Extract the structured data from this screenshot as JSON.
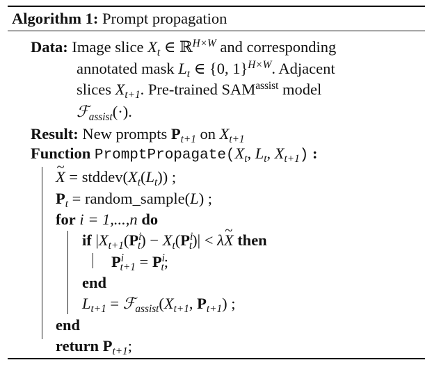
{
  "algorithm": {
    "label": "Algorithm 1:",
    "title": "Prompt propagation"
  },
  "data": {
    "keyword": "Data:",
    "line1_a": "Image slice",
    "line1_b": "and corresponding",
    "line2_a": "annotated mask",
    "line2_b": ". Adjacent",
    "line3_a": "slices",
    "line3_b": ". Pre-trained SAM",
    "line3_sup": "assist",
    "line3_c": "model"
  },
  "result": {
    "keyword": "Result:",
    "text_a": "New prompts",
    "text_b": "on"
  },
  "function": {
    "keyword": "Function",
    "name": "PromptPropagate"
  },
  "body": {
    "stddev": "stddev",
    "random_sample": "random_sample",
    "for_kw": "for",
    "for_range": "= 1,...,n",
    "do_kw": "do",
    "if_kw": "if",
    "then_kw": "then",
    "end1": "end",
    "end2": "end",
    "return_kw": "return"
  }
}
